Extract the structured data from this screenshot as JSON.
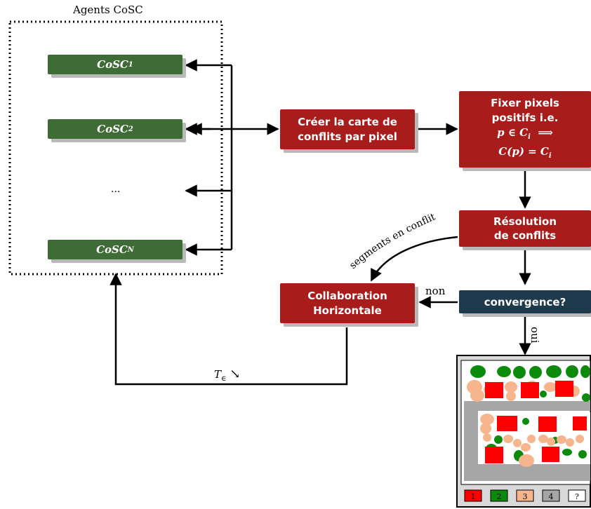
{
  "agents_title": "Agents CoSC",
  "agents": [
    {
      "base": "CoSC",
      "sub": "1"
    },
    {
      "base": "CoSC",
      "sub": "2"
    },
    {
      "base": "...",
      "sub": ""
    },
    {
      "base": "CoSC",
      "sub": "N"
    }
  ],
  "boxes": {
    "carte_line1": "Créer la carte de",
    "carte_line2": "conflits par pixel",
    "fixer_line1": "Fixer pixels",
    "fixer_line2": "positifs i.e.",
    "fixer_math1": "p ∈ C",
    "fixer_math1_sub": "i",
    "fixer_implies": "⟹",
    "fixer_math2": "C(p) = C",
    "fixer_math2_sub": "i",
    "resolution_line1": "Résolution",
    "resolution_line2": "de conflits",
    "convergence": "convergence?",
    "collab_line1": "Collaboration",
    "collab_line2": "Horizontale"
  },
  "edge_labels": {
    "segments": "segments en conflit",
    "non": "non",
    "oui": "oui",
    "t_label": "T",
    "t_sub": "∈",
    "t_arrow": "↘"
  },
  "legend": [
    "1",
    "2",
    "3",
    "4",
    "?"
  ],
  "colors": {
    "red_box": "#a81c1c",
    "green_box": "#3f6b36",
    "navy_box": "#1f3a4d",
    "class1": "#ff0000",
    "class2": "#0b8a0b",
    "class3": "#f7b58e",
    "class4": "#a6a6a6",
    "class_unknown": "#ffffff"
  }
}
